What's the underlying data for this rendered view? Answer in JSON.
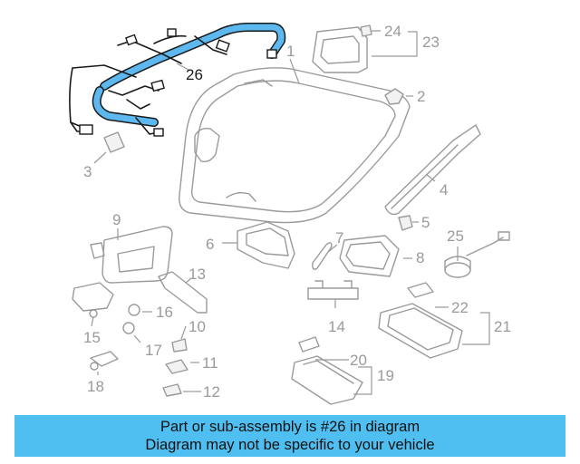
{
  "diagram": {
    "highlighted_part": "26",
    "highlight_color": "#5cb8ee",
    "callouts": {
      "p1": "1",
      "p2": "2",
      "p3": "3",
      "p4": "4",
      "p5": "5",
      "p6": "6",
      "p7": "7",
      "p8": "8",
      "p9": "9",
      "p10": "10",
      "p11": "11",
      "p12": "12",
      "p13": "13",
      "p14": "14",
      "p15": "15",
      "p16": "16",
      "p17": "17",
      "p18": "18",
      "p19": "19",
      "p20": "20",
      "p21": "21",
      "p22": "22",
      "p23": "23",
      "p24": "24",
      "p25": "25",
      "p26": "26"
    }
  },
  "banner": {
    "line1": "Part or sub-assembly is #26 in diagram",
    "line2": "Diagram may not be specific to your vehicle",
    "color": "#4fbef0"
  }
}
